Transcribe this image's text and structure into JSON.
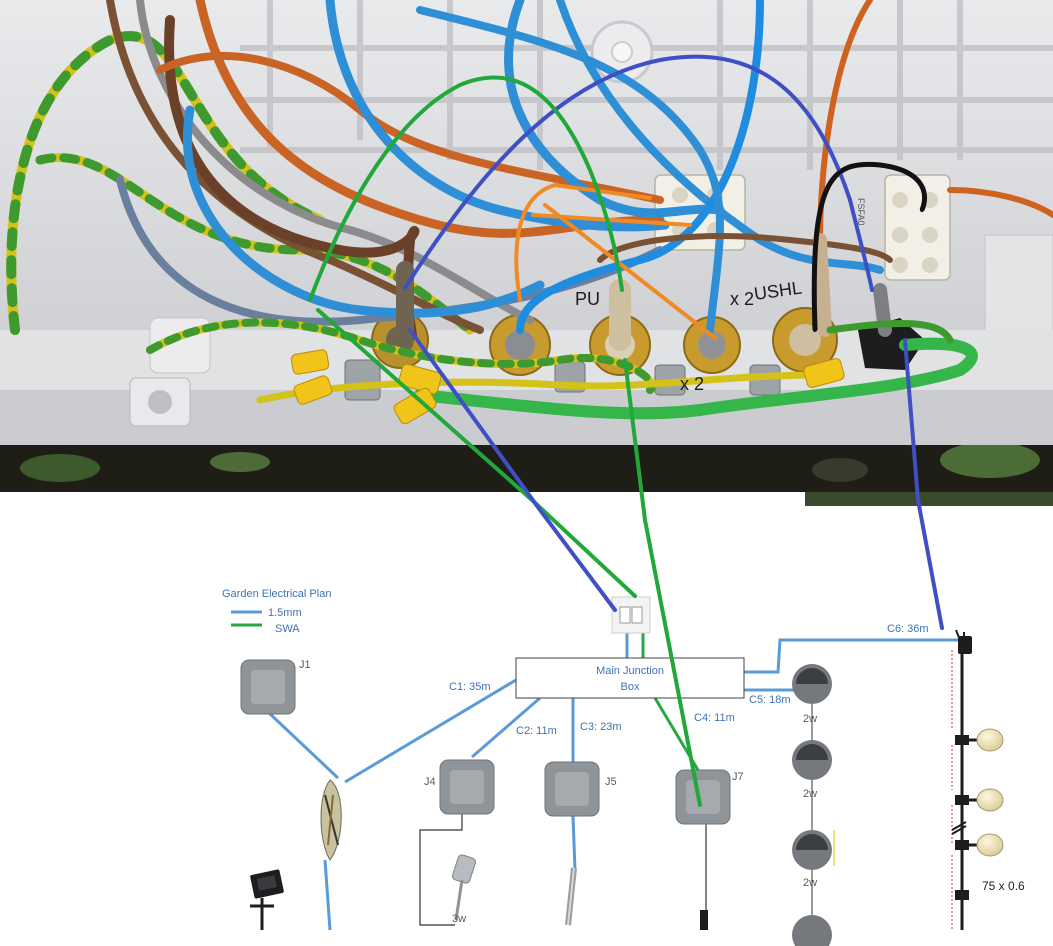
{
  "diagram": {
    "title": "Garden Electrical Plan",
    "legend": [
      {
        "label": "1.5mm",
        "color": "#5b9bd5"
      },
      {
        "label": "SWA",
        "color": "#27a844"
      }
    ],
    "main_box": {
      "line1": "Main Junction",
      "line2": "Box"
    },
    "cables": {
      "c1": "C1: 35m",
      "c2": "C2: 11m",
      "c3": "C3: 23m",
      "c4": "C4: 11m",
      "c5": "C5: 18m",
      "c6": "C6: 36m"
    },
    "junctions": {
      "j1": "J1",
      "j4": "J4",
      "j5": "J5",
      "j7": "J7"
    },
    "watts": {
      "spot": "3w",
      "wall1": "2w",
      "wall2": "2w",
      "wall3": "2w"
    },
    "festoon": "75 x 0.6",
    "photo_text": {
      "marker1": "PU",
      "marker2": "x 2",
      "marker3": "x 2",
      "marker4": "USHL",
      "block": "FSFA0"
    }
  },
  "colors": {
    "overlay_blue": "#3f4fc4",
    "overlay_green": "#22a83a",
    "overlay_orange": "#f08a24",
    "cable_blue": "#5b9bd5",
    "swa_green": "#27a844"
  }
}
